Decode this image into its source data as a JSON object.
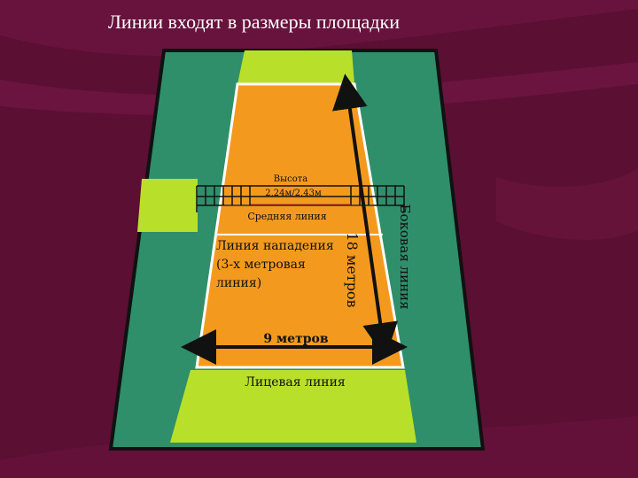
{
  "slide": {
    "title": "Линии входят в размеры площадки"
  },
  "colors": {
    "background": "#5a0f33",
    "court_surround": "#2f8f6a",
    "court_field": "#f39a1e",
    "zone_light_green": "#b8e02a",
    "arrow": "#111111"
  },
  "diagram": {
    "net_height_title": "Высота",
    "net_height_value": "2,24м/2,43м",
    "center_line": "Средняя линия",
    "attack_line": [
      "Линия нападения",
      "(3-х метровая",
      "линия)"
    ],
    "length": "18 метров",
    "width": "9 метров",
    "end_line": "Лицевая линия",
    "side_line": "Боковая линия"
  }
}
